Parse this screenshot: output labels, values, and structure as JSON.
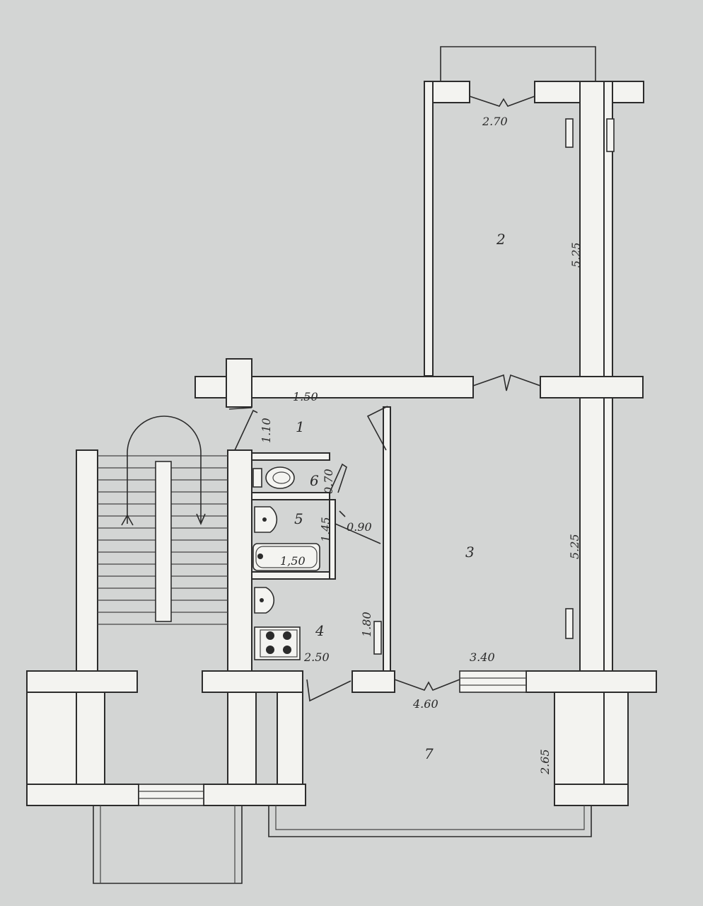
{
  "rooms": {
    "r1": "1",
    "r2": "2",
    "r3": "3",
    "r4": "4",
    "r5": "5",
    "r6": "6",
    "r7": "7"
  },
  "dimensions": {
    "room2_width": "2.70",
    "room2_length": "5.25",
    "hall_width": "1.50",
    "hall_depth": "1.10",
    "wc_width": "0.70",
    "bath_depth": "1.45",
    "bath_door": "0.90",
    "bathtub": "1,50",
    "room3_length": "5.25",
    "kitchen_depth": "1.80",
    "kitchen_width": "2.50",
    "room3_width": "3.40",
    "loggia_width": "4.60",
    "loggia_depth": "2.65"
  },
  "colors": {
    "background": "#d3d5d4",
    "wall_fill": "#f3f3f0",
    "line": "#2c2c2c"
  }
}
